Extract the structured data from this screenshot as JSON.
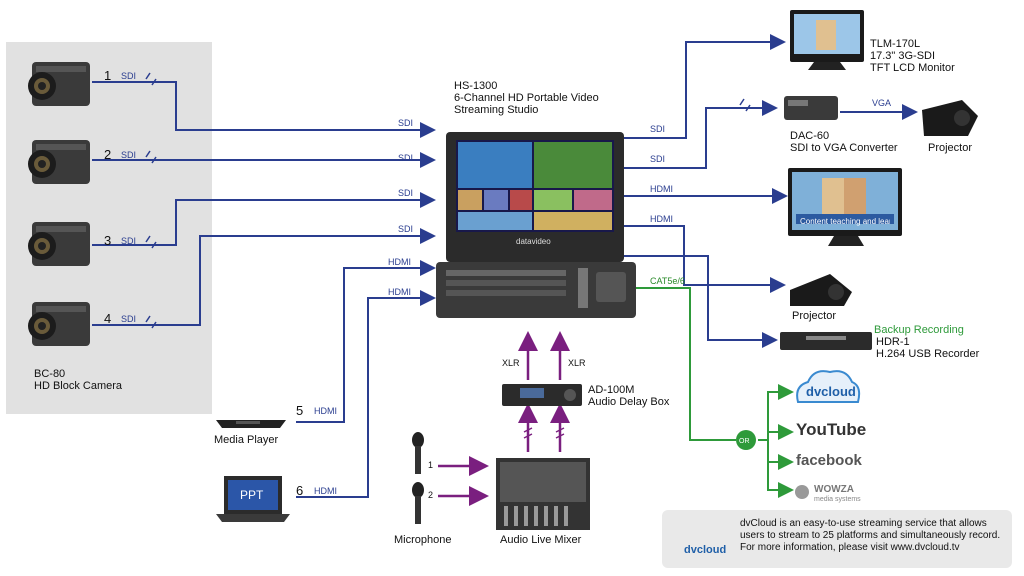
{
  "cameras": {
    "model": "BC-80",
    "desc": "HD Block Camera",
    "items": [
      {
        "num": "1",
        "sig": "SDI"
      },
      {
        "num": "2",
        "sig": "SDI"
      },
      {
        "num": "3",
        "sig": "SDI"
      },
      {
        "num": "4",
        "sig": "SDI"
      }
    ]
  },
  "main": {
    "model": "HS-1300",
    "line1": "6-Channel HD Portable Video",
    "line2": "Streaming Studio",
    "in_labels": [
      "SDI",
      "SDI",
      "SDI",
      "SDI",
      "HDMI",
      "HDMI"
    ],
    "brand": "datavideo"
  },
  "sources": {
    "media": {
      "num": "5",
      "sig": "HDMI",
      "label": "Media Player"
    },
    "laptop": {
      "num": "6",
      "sig": "HDMI",
      "label": "",
      "screen": "PPT"
    }
  },
  "outputs": {
    "tlm": {
      "model": "TLM-170L",
      "line1": "17.3\" 3G-SDI",
      "line2": "TFT LCD Monitor",
      "sig": "SDI"
    },
    "dac": {
      "model": "DAC-60",
      "line1": "SDI to VGA Converter",
      "sig": "SDI",
      "vga": "VGA",
      "proj": "Projector"
    },
    "monitor": {
      "sig": "HDMI",
      "banner": "Content teaching and learning"
    },
    "proj2": {
      "sig": "HDMI",
      "label": "Projector"
    },
    "hdr": {
      "tag": "Backup Recording",
      "model": "HDR-1",
      "line1": "H.264 USB Recorder"
    },
    "cat": "CAT5e/6",
    "or": "OR"
  },
  "audio": {
    "xlr_left": "XLR",
    "xlr_right": "XLR",
    "delay_model": "AD-100M",
    "delay_desc": "Audio Delay Box",
    "mic_nums": [
      "1",
      "2"
    ],
    "mic_label": "Microphone",
    "mixer_label": "Audio Live Mixer"
  },
  "platforms": {
    "dvcloud": "dvcloud",
    "youtube": "YouTube",
    "facebook": "facebook",
    "wowza": "WOWZA",
    "wowza_sub": "media systems"
  },
  "note": {
    "logo": "dvcloud",
    "text": "dvCloud is an easy-to-use streaming service that allows users to stream to 25 platforms and simultaneously record. For more information, please visit www.dvcloud.tv"
  },
  "colors": {
    "blue": "#2a3d8f",
    "green": "#2e9a3a",
    "purple": "#7a1f7f",
    "panel": "#e1e1e1"
  }
}
